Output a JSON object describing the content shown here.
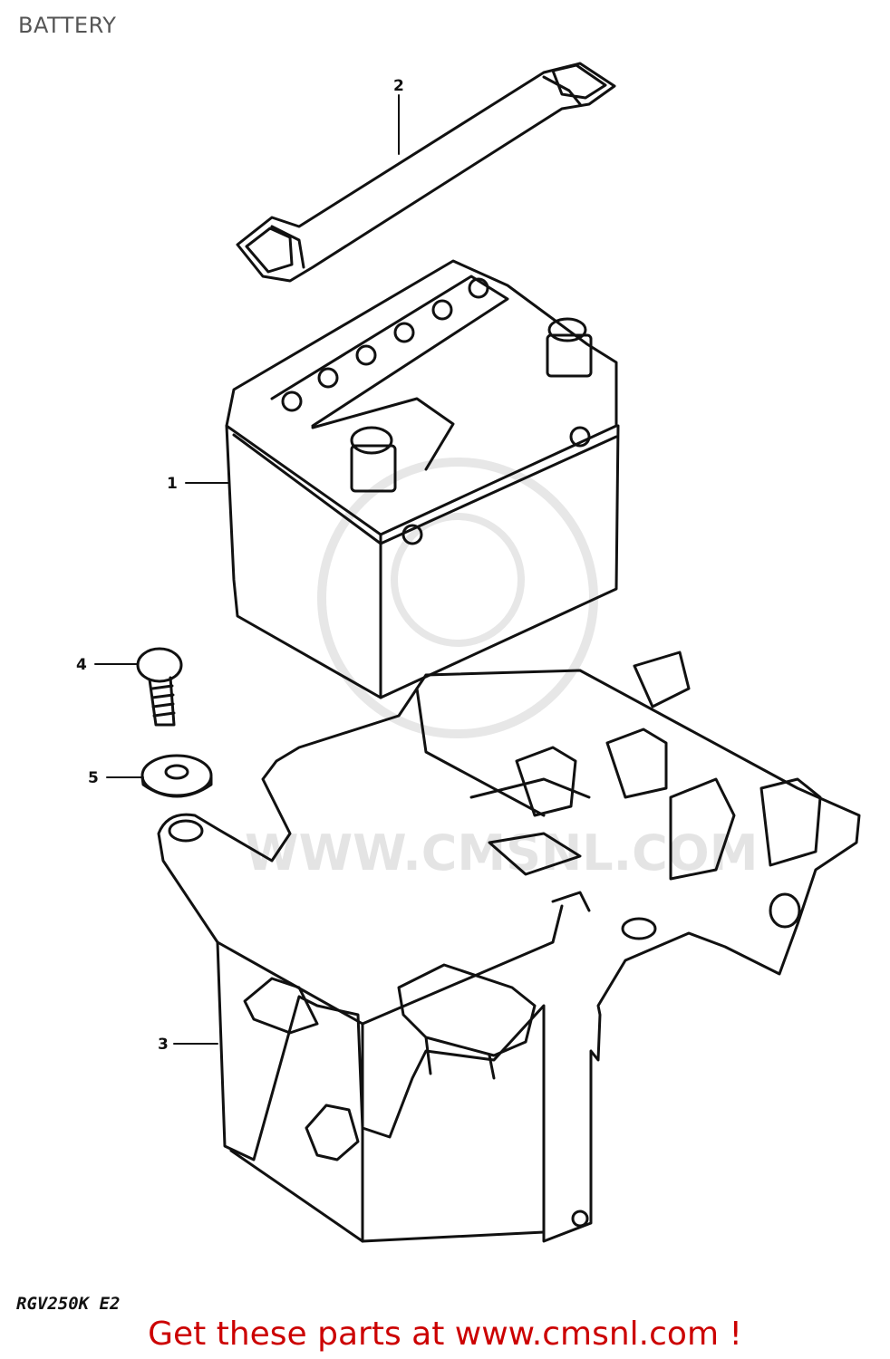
{
  "header": {
    "title": "BATTERY"
  },
  "parts": [
    {
      "number": "1"
    },
    {
      "number": "2"
    },
    {
      "number": "3"
    },
    {
      "number": "4"
    },
    {
      "number": "5"
    }
  ],
  "footer": {
    "model_code": "RGV250K E2",
    "cta": "Get these parts at www.cmsnl.com !"
  },
  "watermark": {
    "text": "WWW.CMSNL.COM"
  },
  "colors": {
    "cta": "#cc0000",
    "line": "#111111",
    "watermark": "#cfcfcf"
  }
}
